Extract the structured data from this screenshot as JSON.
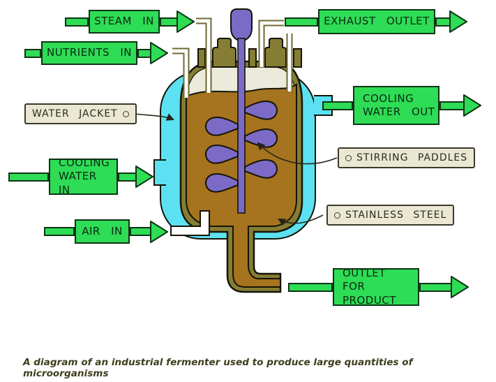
{
  "diagram": {
    "caption": "A diagram of an industrial fermenter used to produce large quantities of microorganisms",
    "arrows": {
      "steam_in": {
        "text": "STEAM IN"
      },
      "nutrients_in": {
        "text": "NUTRIENTS IN"
      },
      "exhaust_outlet": {
        "text": "EXHAUST OUTLET"
      },
      "cooling_water_out": {
        "line1": "COOLING",
        "line2": "WATER OUT"
      },
      "cooling_water_in": {
        "line1": "COOLING",
        "line2": "WATER IN"
      },
      "air_in": {
        "text": "AIR IN"
      },
      "outlet_for_product": {
        "line1": "OUTLET FOR",
        "line2": "PRODUCT"
      }
    },
    "tags": {
      "water_jacket": {
        "text": "WATER JACKET"
      },
      "stirring_paddles": {
        "text": "STIRRING PADDLES"
      },
      "stainless_steel": {
        "text": "STAINLESS STEEL"
      }
    },
    "colors": {
      "arrow_green": "#2EDC55",
      "arrow_outline": "#0E3415",
      "tag_beige": "#EAE8D3",
      "water_jacket_cyan": "#5CE1F2",
      "vessel_wall_olive": "#857D33",
      "vessel_interior_cream": "#ECEADA",
      "culture_medium_brown": "#A6731E",
      "stirrer_purple": "#7C6BC6",
      "caption_text": "#3E3E1D"
    }
  }
}
